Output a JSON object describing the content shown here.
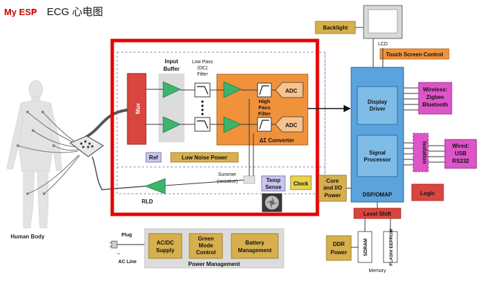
{
  "header": {
    "brand": "My ESP",
    "brand_mark": "®",
    "title": "ECG 心电图"
  },
  "body_label": "Human Body",
  "input_buffer": [
    "Input",
    "Buffer"
  ],
  "lowpass": [
    "Low Pass",
    "(DC)",
    "Filter"
  ],
  "mux": "Mux",
  "highpass": [
    "High",
    "Pass",
    "Filter"
  ],
  "adc": "ADC",
  "converter": "ΔΣ Converter",
  "ref": "Ref",
  "low_noise_power": "Low Noise Power",
  "summer": [
    "Summer",
    "(resistive)"
  ],
  "rld": "RLD",
  "temp_sense": [
    "Temp",
    "Sense"
  ],
  "clock": "Clock",
  "core_io_power": [
    "Core",
    "and I/O",
    "Power"
  ],
  "dsp_omap": "DSP/OMAP",
  "display_driver": [
    "Display",
    "Driver"
  ],
  "signal_processor": [
    "Signal",
    "Processor"
  ],
  "backlight": "Backlight",
  "lcd": "LCD",
  "touch_screen": "Touch Screen Control",
  "wireless": [
    "Wireless:",
    "Zigbee",
    "Bluetooth"
  ],
  "isolation": "Isolation",
  "wired": [
    "Wired:",
    "USB",
    "RS232"
  ],
  "logic": "Logic",
  "level_shift": "Level Shift",
  "ddr_power": [
    "DDR",
    "Power"
  ],
  "sdram": "SDRAM",
  "flash": "FLASH/ EEPROM",
  "memory": "Memory",
  "plug": "Plug",
  "ac_line": "AC Line",
  "ac_line_symbol": "~",
  "acdc": [
    "AC/DC",
    "Supply"
  ],
  "green_mode": [
    "Green",
    "Mode",
    "Control"
  ],
  "battery": [
    "Battery",
    "Management"
  ],
  "power_management": "Power Management",
  "colors": {
    "orange": "#f0923c",
    "blue": "#5ba3dc",
    "tan": "#d7b04d",
    "magenta": "#dd55c8",
    "red_block": "#d94640",
    "green_tri": "#3db36b",
    "highlight": "#e60000",
    "lavender": "#c9c5ec",
    "brand": "#cc0000"
  }
}
